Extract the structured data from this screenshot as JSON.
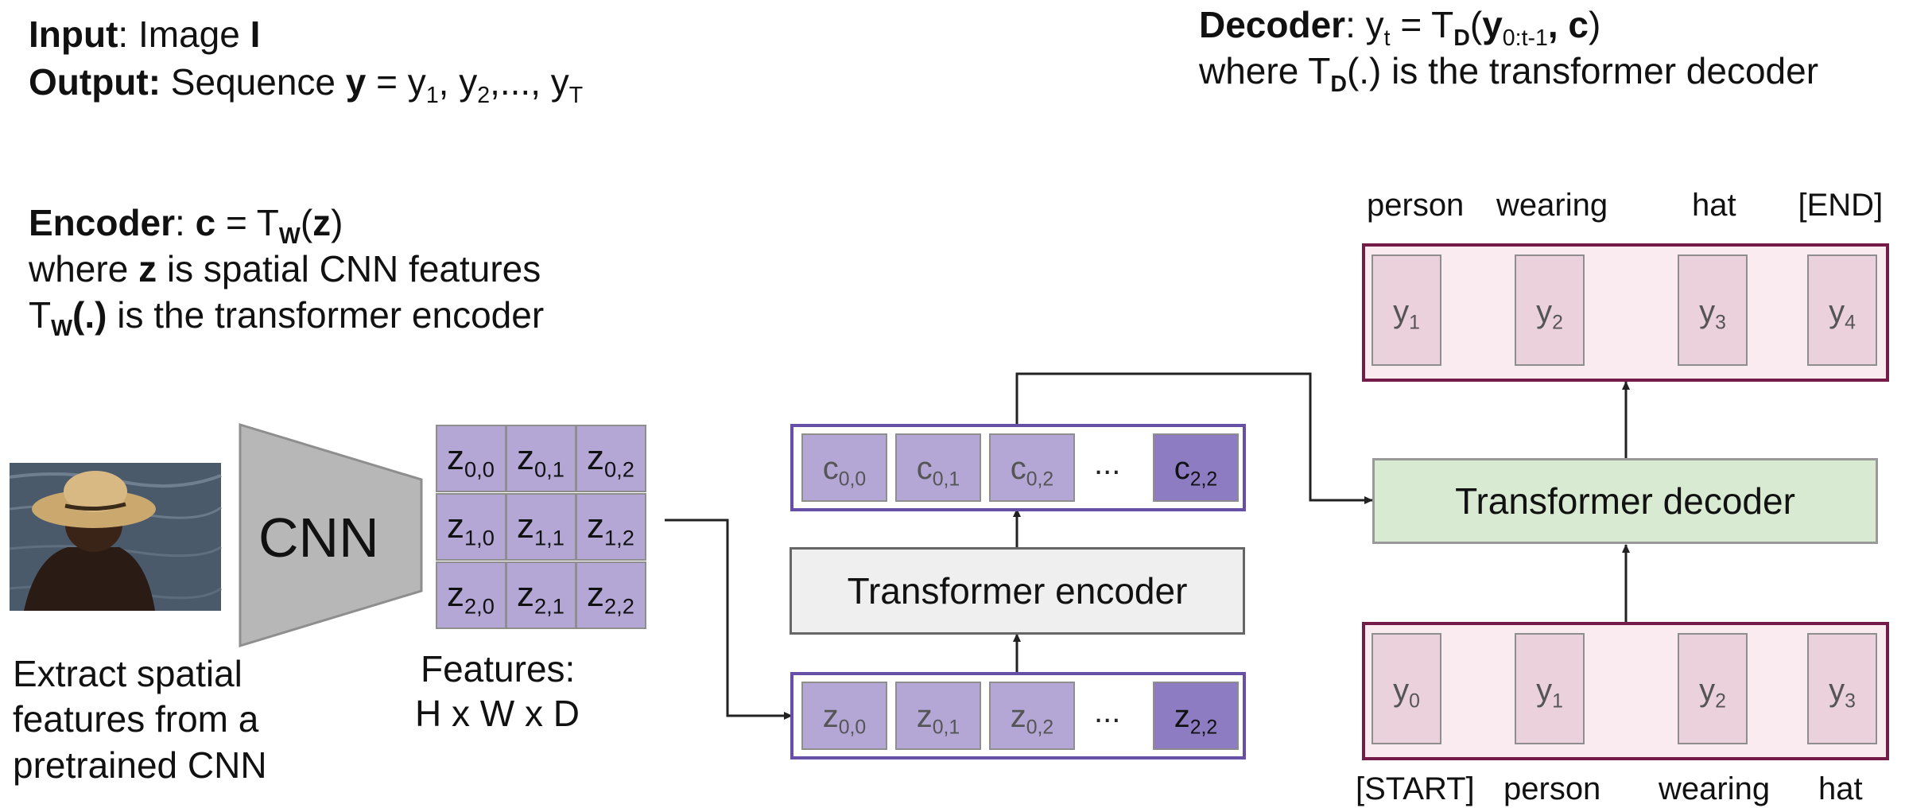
{
  "header": {
    "input_label": "Input",
    "input_text": ": Image ",
    "input_var": "I",
    "output_label": "Output:",
    "output_text": " Sequence ",
    "output_var": "y",
    "output_eq": " = y",
    "output_s1": "1",
    "output_c1": ", y",
    "output_s2": "2",
    "output_c2": ",..., y",
    "output_sT": "T"
  },
  "decoder_desc": {
    "label": "Decoder",
    "eq_a": ": y",
    "eq_sub_t": "t",
    "eq_b": " = T",
    "eq_sub_D": "D",
    "eq_c": "(",
    "eq_y": "y",
    "eq_sub_range": "0:t-1",
    "eq_d": ", ",
    "eq_c_bold": "c",
    "eq_e": ")",
    "line2_a": "where T",
    "line2_sub": "D",
    "line2_b": "(.) is the transformer decoder"
  },
  "encoder_desc": {
    "label": "Encoder",
    "eq_a": ": ",
    "eq_c": "c",
    "eq_b": " = T",
    "eq_sub_W": "W",
    "eq_open": "(",
    "eq_z": "z",
    "eq_close": ")",
    "line2_a": "where ",
    "line2_z": "z",
    "line2_b": " is spatial CNN features",
    "line3_a": "T",
    "line3_sub": "W",
    "line3_paren": "(.)",
    "line3_b": " is the transformer encoder"
  },
  "cnn": {
    "label": "CNN",
    "caption_1": "Extract spatial",
    "caption_2": "features from a",
    "caption_3": "pretrained CNN"
  },
  "features": {
    "caption_1": "Features:",
    "caption_2": "H x W x D",
    "cells": [
      {
        "v": "z",
        "s": "0,0"
      },
      {
        "v": "z",
        "s": "0,1"
      },
      {
        "v": "z",
        "s": "0,2"
      },
      {
        "v": "z",
        "s": "1,0"
      },
      {
        "v": "z",
        "s": "1,1"
      },
      {
        "v": "z",
        "s": "1,2"
      },
      {
        "v": "z",
        "s": "2,0"
      },
      {
        "v": "z",
        "s": "2,1"
      },
      {
        "v": "z",
        "s": "2,2"
      }
    ]
  },
  "encoder_block": {
    "label": "Transformer encoder"
  },
  "decoder_block": {
    "label": "Transformer decoder"
  },
  "encoder_inputs": [
    {
      "v": "z",
      "s": "0,0"
    },
    {
      "v": "z",
      "s": "0,1"
    },
    {
      "v": "z",
      "s": "0,2"
    },
    {
      "dots": "..."
    },
    {
      "v": "z",
      "s": "2,2"
    }
  ],
  "encoder_outputs": [
    {
      "v": "c",
      "s": "0,0"
    },
    {
      "v": "c",
      "s": "0,1"
    },
    {
      "v": "c",
      "s": "0,2"
    },
    {
      "dots": "..."
    },
    {
      "v": "c",
      "s": "2,2"
    }
  ],
  "decoder_outputs": {
    "words": [
      "person",
      "wearing",
      "hat",
      "[END]"
    ],
    "cells": [
      {
        "v": "y",
        "s": "1"
      },
      {
        "v": "y",
        "s": "2"
      },
      {
        "v": "y",
        "s": "3"
      },
      {
        "v": "y",
        "s": "4"
      }
    ]
  },
  "decoder_inputs": {
    "words": [
      "[START]",
      "person",
      "wearing",
      "hat"
    ],
    "cells": [
      {
        "v": "y",
        "s": "0"
      },
      {
        "v": "y",
        "s": "1"
      },
      {
        "v": "y",
        "s": "2"
      },
      {
        "v": "y",
        "s": "3"
      }
    ]
  },
  "colors": {
    "feature_cell": "#b4a7d6",
    "token_box_border": "#674ea7",
    "sequence_border": "#741b47",
    "sequence_cell": "#ead1dc",
    "decoder_block": "#d9ead3",
    "encoder_block": "#efefef",
    "cnn": "#b7b7b7"
  }
}
